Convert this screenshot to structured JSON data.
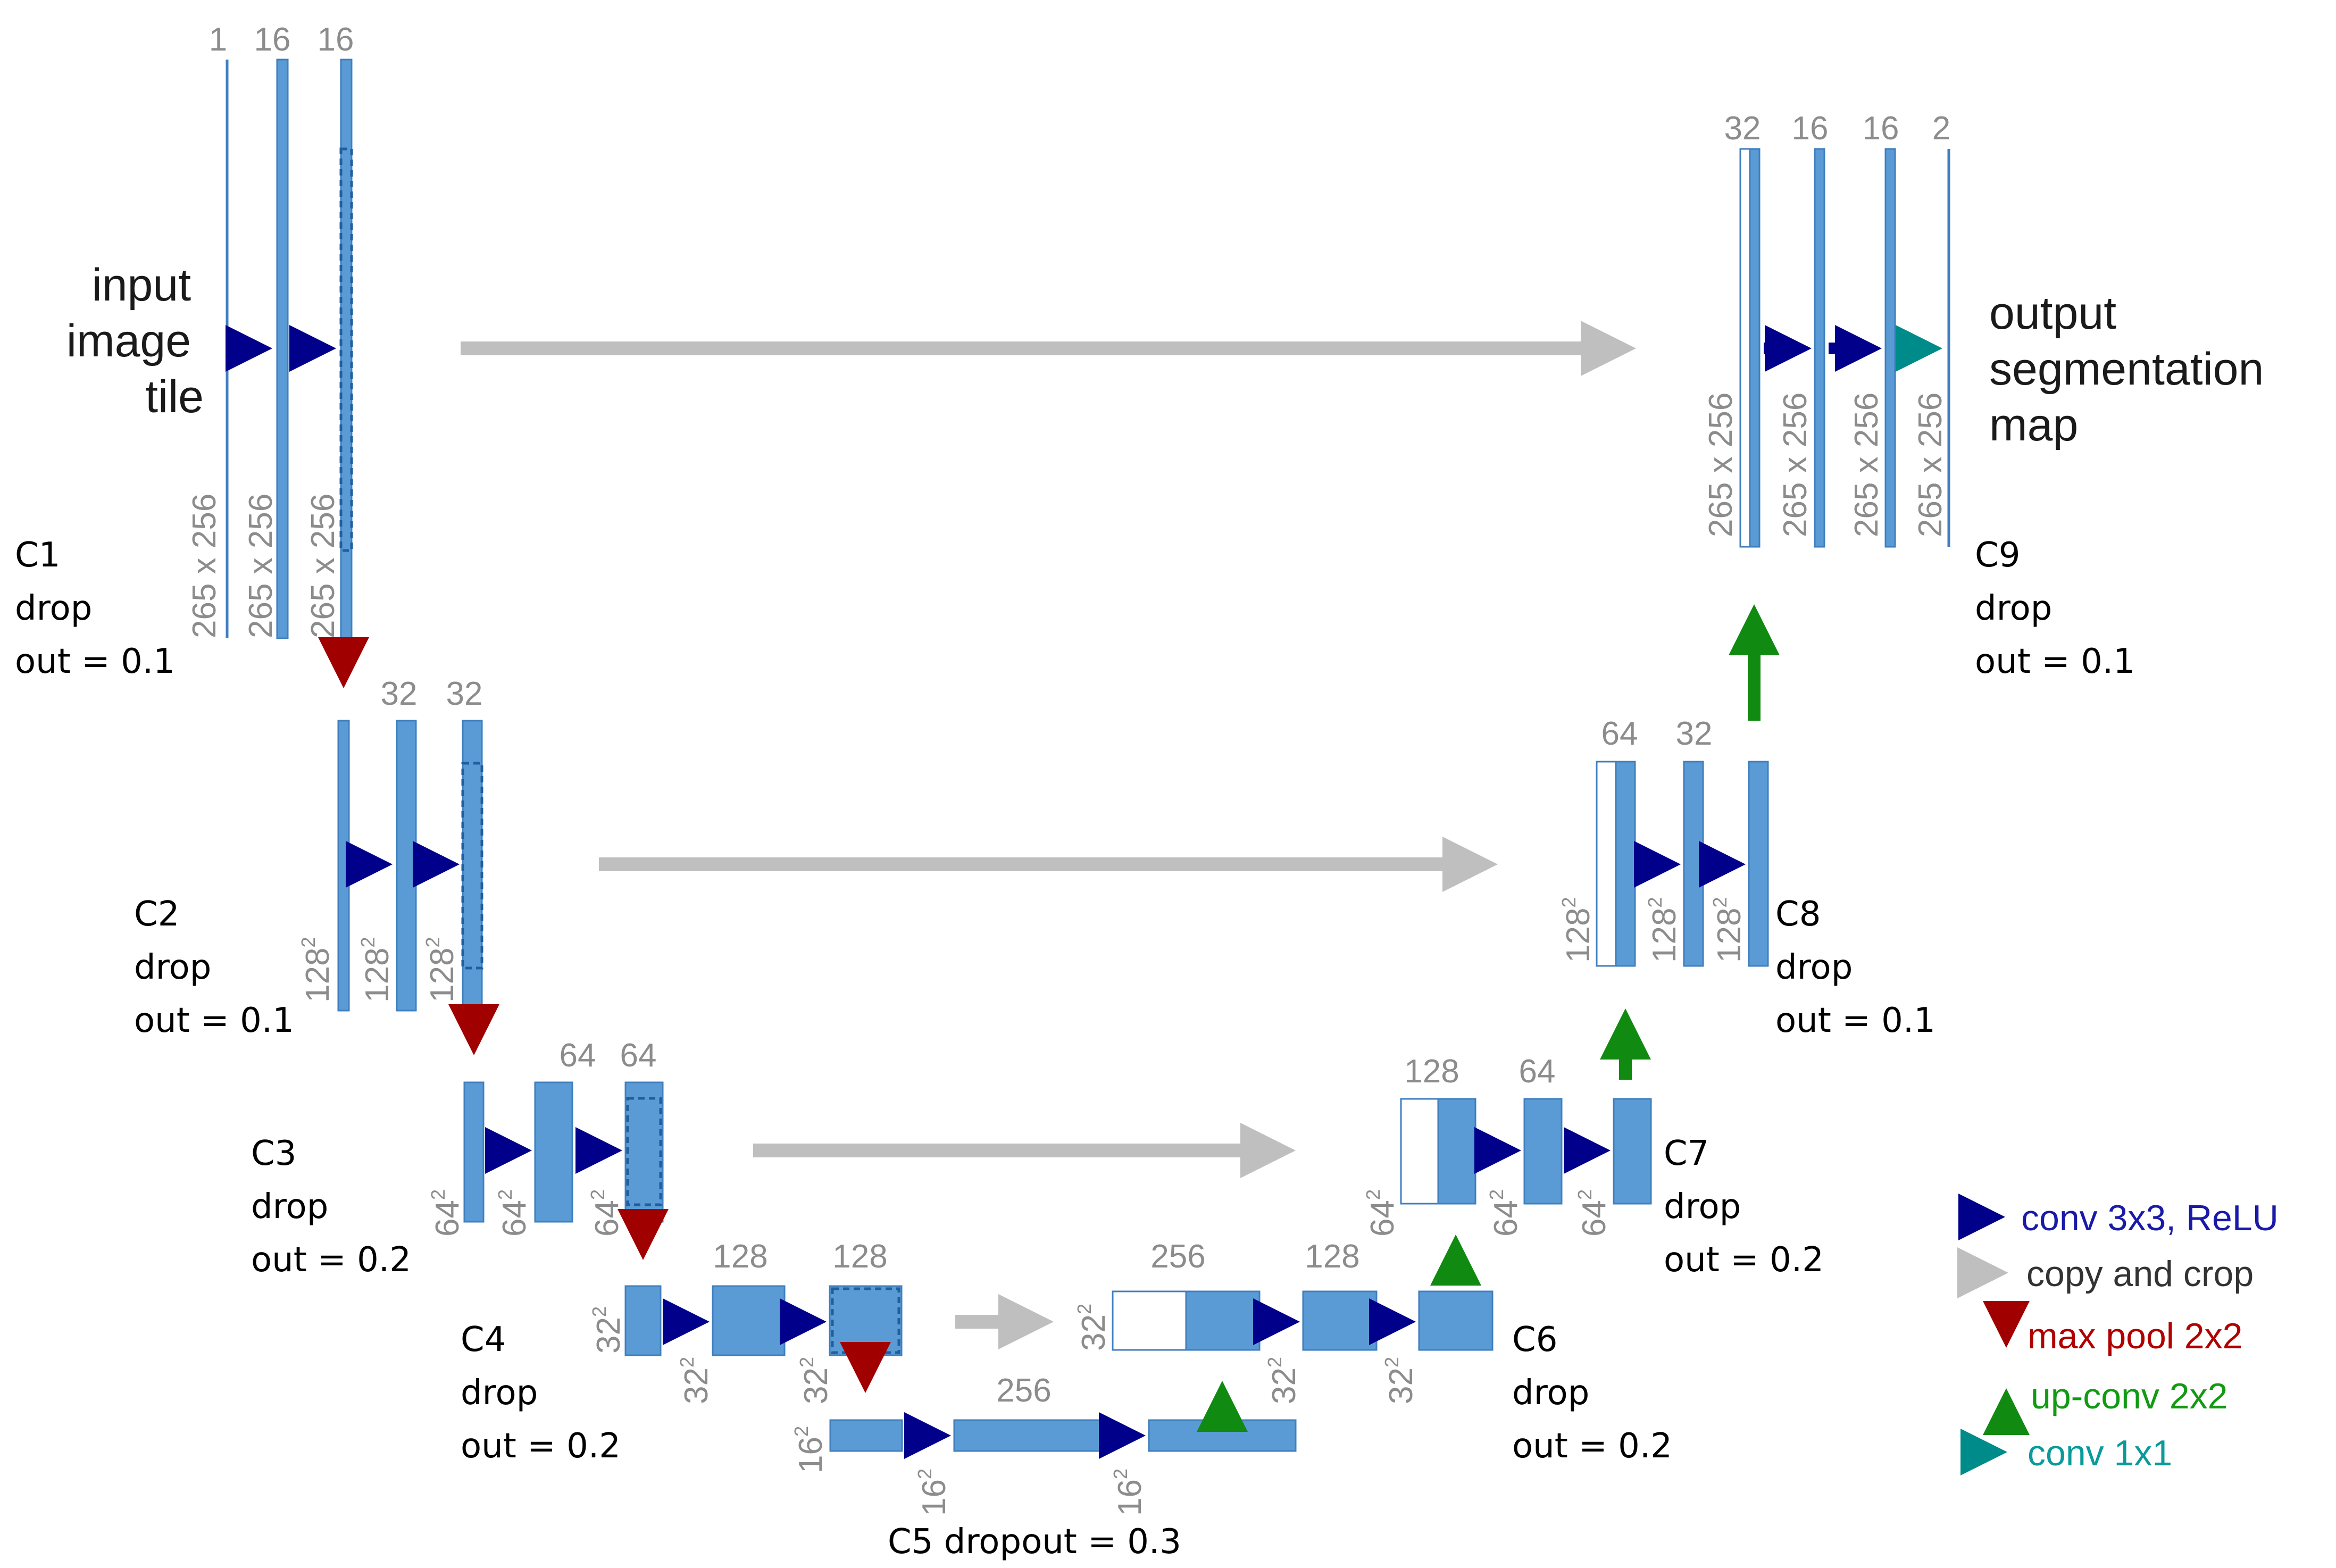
{
  "input_label": [
    "input",
    "image",
    "tile"
  ],
  "output_label": [
    "output",
    "segmentation",
    "map"
  ],
  "colors": {
    "block": "#5b9bd5",
    "block_border": "#3f7fbf",
    "conv": "#00008b",
    "copy": "#bfbfbf",
    "pool": "#a00000",
    "upconv": "#108a10",
    "conv1x1": "#008b8b"
  },
  "stages": [
    {
      "id": "C1",
      "caption": [
        "C1",
        "drop",
        "out = 0.1"
      ],
      "channels": [
        "1",
        "16",
        "16"
      ],
      "sizes": [
        "265 x 256",
        "265 x 256",
        "265 x 256"
      ]
    },
    {
      "id": "C2",
      "caption": [
        "C2",
        "drop",
        "out = 0.1"
      ],
      "channels": [
        "32",
        "32"
      ],
      "sizes": [
        "128",
        "128",
        "128"
      ]
    },
    {
      "id": "C3",
      "caption": [
        "C3",
        "drop",
        "out = 0.2"
      ],
      "channels": [
        "64",
        "64"
      ],
      "sizes": [
        "64",
        "64",
        "64"
      ]
    },
    {
      "id": "C4",
      "caption": [
        "C4",
        "drop",
        "out = 0.2"
      ],
      "channels": [
        "128",
        "128"
      ],
      "sizes": [
        "32",
        "32",
        "32"
      ]
    },
    {
      "id": "C5",
      "caption": [
        "C5 dropout = 0.3"
      ],
      "channels": [
        "256"
      ],
      "sizes": [
        "16",
        "16",
        "16"
      ]
    },
    {
      "id": "C6",
      "caption": [
        "C6",
        "drop",
        "out = 0.2"
      ],
      "channels": [
        "256",
        "128"
      ],
      "sizes": [
        "32",
        "32",
        "32"
      ]
    },
    {
      "id": "C7",
      "caption": [
        "C7",
        "drop",
        "out = 0.2"
      ],
      "channels": [
        "128",
        "64"
      ],
      "sizes": [
        "64",
        "64",
        "64"
      ]
    },
    {
      "id": "C8",
      "caption": [
        "C8",
        "drop",
        "out = 0.1"
      ],
      "channels": [
        "64",
        "32"
      ],
      "sizes": [
        "128",
        "128",
        "128"
      ]
    },
    {
      "id": "C9",
      "caption": [
        "C9",
        "drop",
        "out = 0.1"
      ],
      "channels": [
        "32",
        "16",
        "16",
        "2"
      ],
      "sizes": [
        "265 x 256",
        "265 x 256",
        "265 x 256",
        "265 x 256"
      ]
    }
  ],
  "legend": [
    {
      "label": "conv 3x3, ReLU",
      "kind": "conv"
    },
    {
      "label": "copy and crop",
      "kind": "copy"
    },
    {
      "label": "max pool 2x2",
      "kind": "pool"
    },
    {
      "label": "up-conv 2x2",
      "kind": "upconv"
    },
    {
      "label": "conv 1x1",
      "kind": "conv1x1"
    }
  ]
}
